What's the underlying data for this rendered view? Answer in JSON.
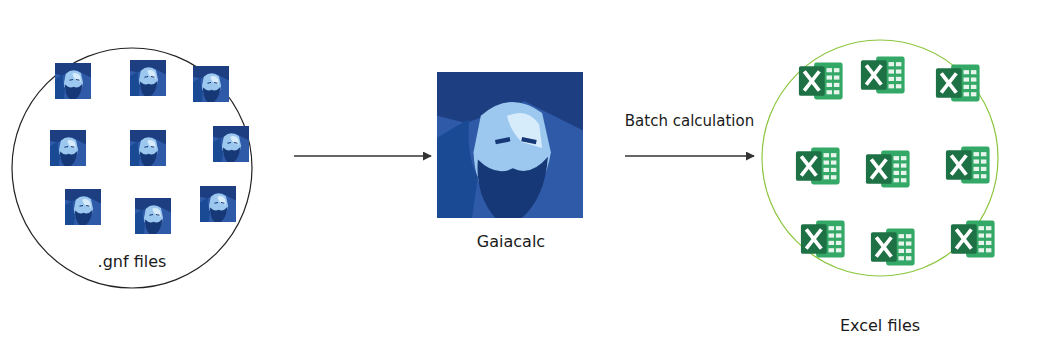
{
  "diagram": {
    "nodes": [
      {
        "text": [
          ".gnf files"
        ]
      },
      {
        "text": [
          "Gaiacalc"
        ]
      },
      {
        "text": [
          "Excel files"
        ]
      }
    ],
    "edges": [
      {
        "from": 0,
        "to": 1,
        "arrow": "to"
      },
      {
        "from": 1,
        "to": 2,
        "label": "Batch calculation",
        "arrow": "to"
      }
    ]
  }
}
